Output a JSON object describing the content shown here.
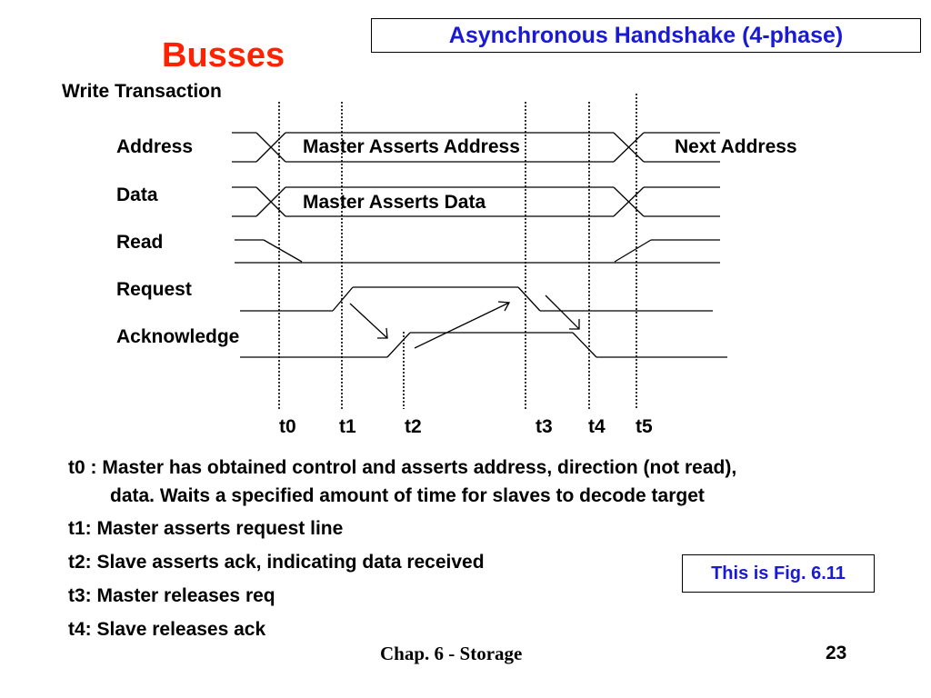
{
  "header": {
    "title": "Asynchronous Handshake (4-phase)",
    "slide_title": "Busses",
    "subtitle": "Write Transaction"
  },
  "signals": {
    "address": "Address",
    "data": "Data",
    "read": "Read",
    "request": "Request",
    "acknowledge": "Acknowledge"
  },
  "bus_labels": {
    "address_value": "Master Asserts Address",
    "next_address": "Next Address",
    "data_value": "Master Asserts Data"
  },
  "times": {
    "t0": "t0",
    "t1": "t1",
    "t2": "t2",
    "t3": "t3",
    "t4": "t4",
    "t5": "t5"
  },
  "descriptions": {
    "t0_line1": "t0 :  Master has obtained control and asserts address, direction (not read),",
    "t0_line2": "data.    Waits a specified amount of time for slaves to decode target",
    "t1": "t1:   Master asserts request line",
    "t2": "t2:   Slave asserts ack, indicating data received",
    "t3": "t3:   Master releases req",
    "t4": "t4:   Slave releases ack"
  },
  "figure_note": "This is Fig. 6.11",
  "footer": {
    "chapter": "Chap. 6 - Storage",
    "page": "23"
  },
  "colors": {
    "title": "#1a1ad6",
    "slide_title": "#ff2200",
    "lines": "#000000"
  }
}
